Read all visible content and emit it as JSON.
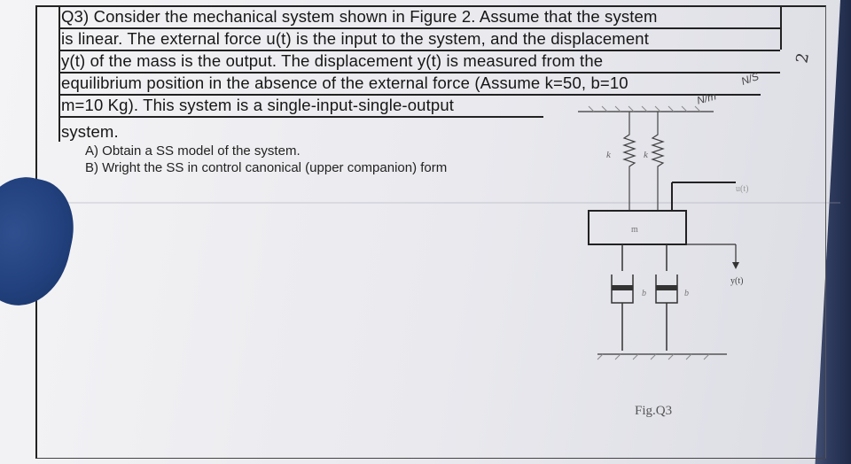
{
  "question": {
    "lines": [
      "Q3) Consider the mechanical system shown in Figure 2. Assume that the system",
      "is linear. The external force u(t) is the input to the system, and the displacement",
      "y(t) of the mass is the output. The displacement y(t) is measured from the",
      "equilibrium position in the absence of the external force (Assume k=50, b=10",
      "m=10 Kg). This system is a single-input-single-output",
      "system."
    ],
    "parts": [
      "A) Obtain a SS model of the system.",
      "B) Wright the SS in control canonical (upper companion) form"
    ]
  },
  "figure": {
    "caption": "Fig.Q3",
    "labels": {
      "spring_left": "k",
      "spring_right": "k",
      "mass": "m",
      "damper_left": "b",
      "damper_right": "b",
      "force": "u(t)",
      "displacement": "y(t)"
    }
  },
  "annotations": {
    "margin_mark": "2",
    "handwritten_units": "N/S",
    "handwritten_units_2": "N/m"
  }
}
